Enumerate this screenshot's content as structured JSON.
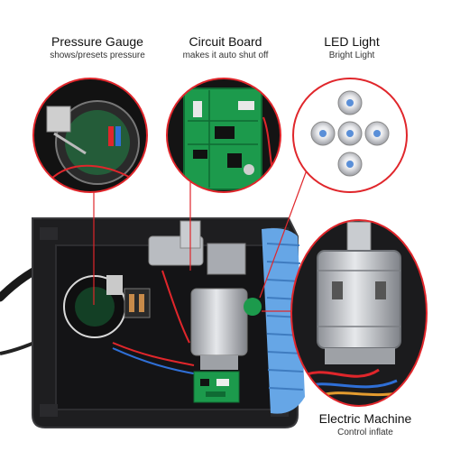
{
  "callouts": {
    "gauge": {
      "title": "Pressure Gauge",
      "subtitle": "shows/presets pressure"
    },
    "board": {
      "title": "Circuit Board",
      "subtitle": "makes it auto shut off"
    },
    "led": {
      "title": "LED Light",
      "subtitle": "Bright Light"
    },
    "motor": {
      "title": "Electric Machine",
      "subtitle": "Control inflate"
    }
  },
  "colors": {
    "ring": "#e0262b",
    "housing": "#1e1e20",
    "housing_edge": "#3a3a3d",
    "pcb": "#1c9a4c",
    "fan": "#66a6e6",
    "motor": "#b9bcc1"
  }
}
